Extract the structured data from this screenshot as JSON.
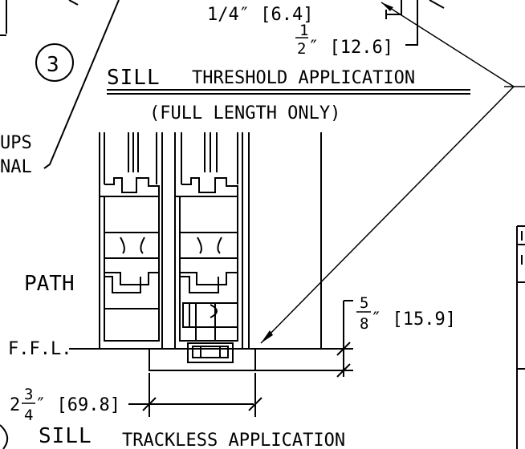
{
  "labels": {
    "dim_quarter": "1/4″ [6.4]",
    "dim_half_frac_num": "1",
    "dim_half_frac_den": "2",
    "dim_half_rest": "″ [12.6]",
    "detail_number": "3",
    "sill_word": "SILL",
    "threshold_title": "THRESHOLD APPLICATION",
    "full_length_note": "(FULL LENGTH ONLY)",
    "ups_fragment": "UPS",
    "nal_fragment": "NAL",
    "path_fragment": "PATH",
    "ffl": "F.F.L.",
    "dim_58_num": "5",
    "dim_58_den": "8",
    "dim_58_rest": "″ [15.9]",
    "dim_234_whole": "2",
    "dim_234_num": "3",
    "dim_234_den": "4",
    "dim_234_rest": "″ [69.8]",
    "sill_word_2": "SILL",
    "trackless_title": "TRACKLESS APPLICATION"
  }
}
